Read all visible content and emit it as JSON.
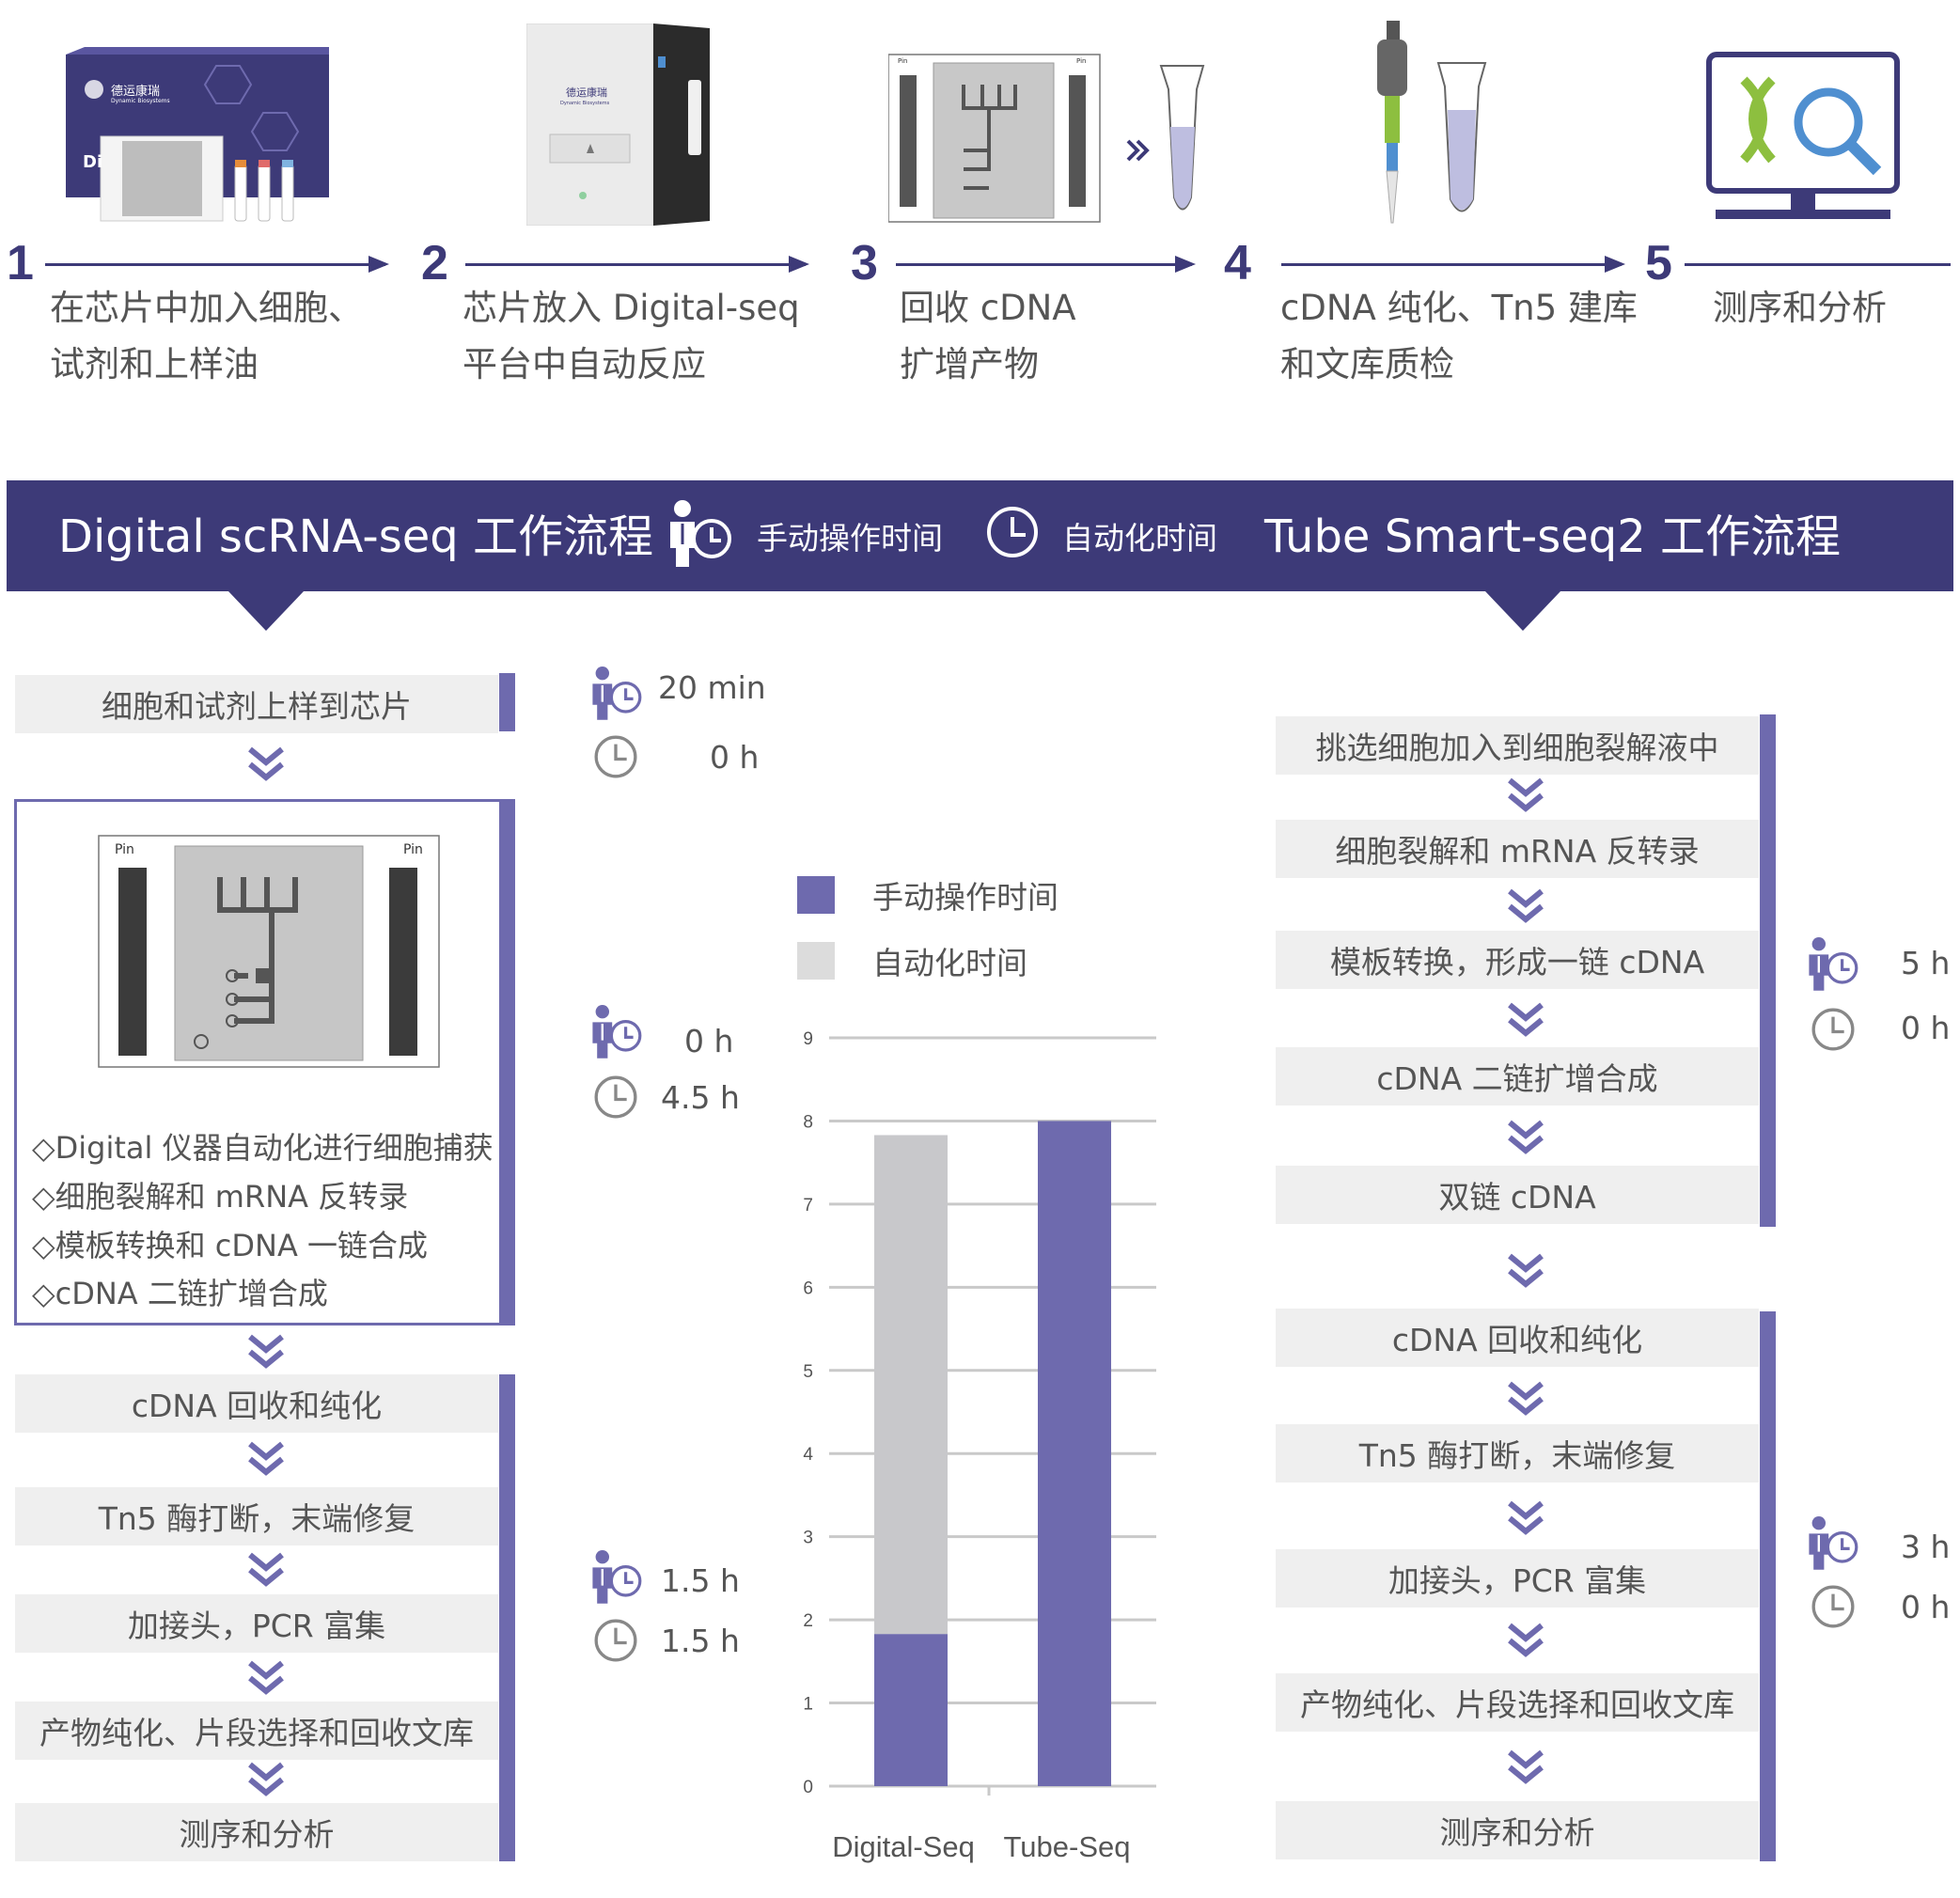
{
  "steps": [
    {
      "num": "1",
      "line1": "在芯片中加入细胞、",
      "line2": "试剂和上样油"
    },
    {
      "num": "2",
      "line1": "芯片放入 Digital-seq",
      "line2": "平台中自动反应"
    },
    {
      "num": "3",
      "line1": "回收 cDNA",
      "line2": "扩增产物"
    },
    {
      "num": "4",
      "line1": "cDNA 纯化、Tn5 建库",
      "line2": "和文库质检"
    },
    {
      "num": "5",
      "line1": "测序和分析",
      "line2": ""
    }
  ],
  "images": {
    "kit_brand": "德运康瑞",
    "kit_sub": "Dynamic Biosystems",
    "kit_letters": "Di",
    "instrument_brand": "德运康瑞",
    "instrument_sub": "Dynamic Biosystems",
    "chip_pin": "Pin"
  },
  "header": {
    "left_title": "Digital scRNA-seq 工作流程",
    "legend_manual": "手动操作时间",
    "legend_auto": "自动化时间",
    "right_title": "Tube Smart-seq2 工作流程"
  },
  "digital": {
    "step1": "细胞和试剂上样到芯片",
    "features": [
      "◇Digital 仪器自动化进行细胞捕获",
      "◇细胞裂解和 mRNA 反转录",
      "◇模板转换和 cDNA 一链合成",
      "◇cDNA 二链扩增合成"
    ],
    "later_steps": [
      "cDNA 回收和纯化",
      "Tn5 酶打断，末端修复",
      "加接头，PCR 富集",
      "产物纯化、片段选择和回收文库",
      "测序和分析"
    ],
    "times": [
      {
        "manual": "20 min",
        "auto": "0 h"
      },
      {
        "manual": "0 h",
        "auto": "4.5 h"
      },
      {
        "manual": "1.5 h",
        "auto": "1.5 h"
      }
    ]
  },
  "tube": {
    "group1": [
      "挑选细胞加入到细胞裂解液中",
      "细胞裂解和 mRNA 反转录",
      "模板转换，形成一链 cDNA",
      "cDNA 二链扩增合成",
      "双链 cDNA"
    ],
    "group2": [
      "cDNA 回收和纯化",
      "Tn5 酶打断，末端修复",
      "加接头，PCR 富集",
      "产物纯化、片段选择和回收文库",
      "测序和分析"
    ],
    "times": [
      {
        "manual": "5 h",
        "auto": "0 h"
      },
      {
        "manual": "3 h",
        "auto": "0 h"
      }
    ]
  },
  "colors": {
    "dark_purple": "#3d3a78",
    "manual": "#6e6aae",
    "auto": "#c8c8cb",
    "box_bg": "#efefef"
  },
  "chart_data": {
    "type": "bar",
    "stacked": true,
    "categories": [
      "Digital-Seq",
      "Tube-Seq"
    ],
    "series": [
      {
        "name": "手动操作时间",
        "values": [
          1.83,
          8
        ]
      },
      {
        "name": "自动化时间",
        "values": [
          6,
          0
        ]
      }
    ],
    "ylim": [
      0,
      9
    ],
    "yticks": [
      "0",
      "1",
      "2",
      "3",
      "4",
      "5",
      "6",
      "7",
      "8",
      "9"
    ],
    "grid": true,
    "legend_position": "top"
  }
}
